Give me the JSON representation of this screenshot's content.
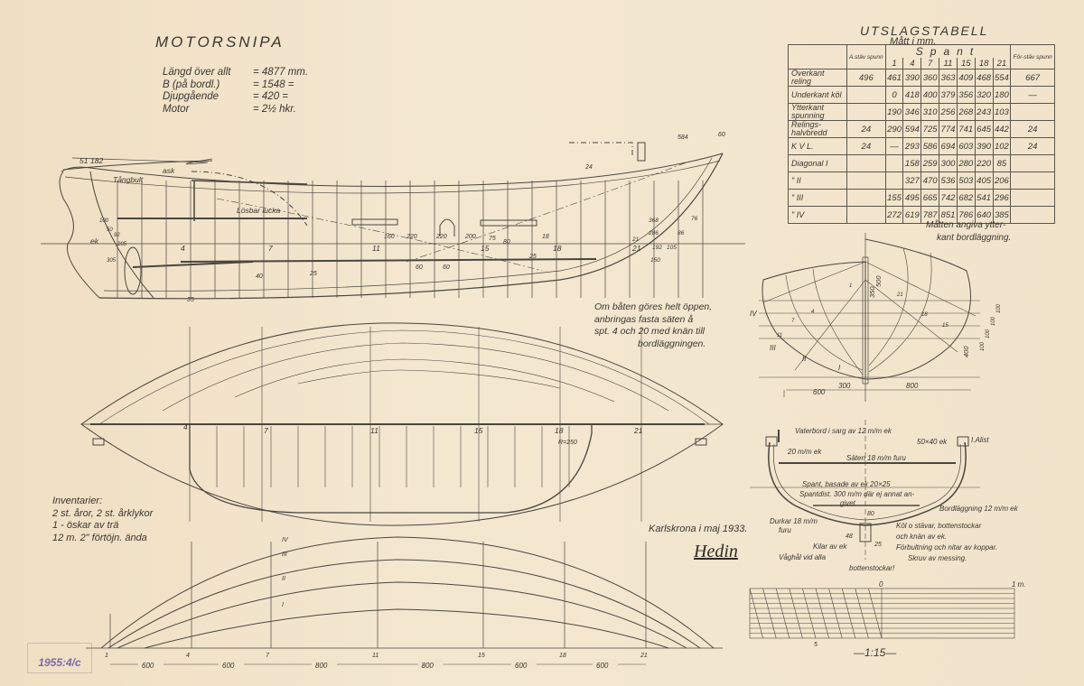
{
  "drawing": {
    "title": "MOTORSNIPA",
    "specs": [
      {
        "label": "Längd över allt",
        "value": "= 4877 mm."
      },
      {
        "label": "B (på bordl.)",
        "value": "= 1548 ="
      },
      {
        "label": "Djupgående",
        "value": "= 420 ="
      },
      {
        "label": "Motor",
        "value": "= 2½ hkr."
      }
    ],
    "line_color": "#4a463f",
    "paper_color": "#f2e4cb"
  },
  "table": {
    "title": "UTSLAGSTABELL",
    "subtitle": "Mått i mm.",
    "a_stav": "A.stäv spunn",
    "spant": "Spant",
    "stations": [
      "1",
      "4",
      "7",
      "11",
      "15",
      "18",
      "21"
    ],
    "forstav": "För-stäv spunn",
    "rows": [
      {
        "label": "Överkant reling",
        "values": [
          "496",
          "461",
          "390",
          "360",
          "363",
          "409",
          "468",
          "554",
          "667"
        ]
      },
      {
        "label": "Underkant köl",
        "values": [
          "",
          "0",
          "418",
          "400",
          "379",
          "356",
          "320",
          "180",
          "—"
        ]
      },
      {
        "label": "Ytterkant spunning",
        "values": [
          "",
          "190",
          "346",
          "310",
          "256",
          "268",
          "243",
          "103",
          ""
        ]
      },
      {
        "label": "Relings-halvbredd",
        "values": [
          "24",
          "290",
          "594",
          "725",
          "774",
          "741",
          "645",
          "442",
          "24"
        ]
      },
      {
        "label": "K V L.",
        "values": [
          "24",
          "—",
          "293",
          "586",
          "694",
          "603",
          "390",
          "102",
          "24"
        ]
      },
      {
        "label": "Diagonal I",
        "values": [
          "",
          "",
          "158",
          "259",
          "300",
          "280",
          "220",
          "85",
          ""
        ]
      },
      {
        "label": "\" II",
        "values": [
          "",
          "",
          "327",
          "470",
          "536",
          "503",
          "405",
          "206",
          ""
        ]
      },
      {
        "label": "\" III",
        "values": [
          "",
          "155",
          "495",
          "665",
          "742",
          "682",
          "541",
          "296",
          ""
        ]
      },
      {
        "label": "\" IV",
        "values": [
          "",
          "272",
          "619",
          "787",
          "851",
          "786",
          "640",
          "385",
          ""
        ]
      }
    ],
    "note": [
      "Måtten angiva ytter-",
      "kant bordläggning."
    ]
  },
  "profile": {
    "labels": {
      "d51": "51",
      "d182": "182",
      "ask": "ask",
      "tangbult": "Tångbult",
      "lucka": "Lösbar lucka",
      "ek": "ek",
      "d100": "100",
      "d50": "50",
      "d92": "92",
      "d205": "205",
      "d305": "305",
      "d40": "40",
      "d35": "35",
      "d25": "25",
      "d160": "160",
      "d220a": "220",
      "d220b": "220",
      "d200": "200",
      "d60a": "60",
      "d60b": "60",
      "d75": "75",
      "d80": "80",
      "d25b": "25",
      "d18": "18",
      "d584": "584",
      "d60c": "60",
      "d368": "368",
      "d286": "286",
      "d86": "86",
      "d21": "21",
      "d192": "192",
      "d105": "105",
      "d150": "150",
      "d76": "76",
      "d24": "24"
    },
    "stations": [
      "4",
      "7",
      "11",
      "15",
      "18",
      "21"
    ]
  },
  "open_boat_note": [
    "Om båten göres helt öppen,",
    "anbringas fasta säten å",
    "spt. 4 och 20 med knän till",
    "bordläggningen."
  ],
  "half_breadth": {
    "stations": [
      "4",
      "7",
      "11",
      "15",
      "18",
      "21"
    ],
    "radius": "R=250"
  },
  "waterlines": {
    "diagonals": [
      "IV",
      "III",
      "II",
      "I"
    ],
    "stations": [
      "1",
      "4",
      "7",
      "11",
      "15",
      "18",
      "21"
    ],
    "spacings": [
      "600",
      "600",
      "800",
      "800",
      "600",
      "600"
    ]
  },
  "body_plan": {
    "dims": {
      "d500": "500",
      "d350": "350",
      "d400": "400",
      "d600": "600",
      "d300": "300",
      "d800": "800",
      "w1": "100",
      "w2": "100",
      "w3": "100",
      "w4": "100"
    },
    "diagonals": [
      "I",
      "II",
      "III",
      "IV"
    ],
    "stations": [
      "1",
      "4",
      "7",
      "11",
      "15",
      "18",
      "21"
    ]
  },
  "midship": {
    "notes": {
      "vaterbord": "Vaterbord i sarg av 12 m/m ek",
      "ek5040": "50×40 ek",
      "list": "I.Alist",
      "ek20": "20 m/m ek",
      "saten": "Säten 18 m/m furu",
      "spant": "Spant, basade av ek 20×25",
      "spantdist": "Spantdist. 300 m/m där ej annat an-",
      "spantdist2": "givet",
      "bordlaggning": "Bordläggning 12 m/m ek",
      "durkar": "Durkar 18 m/m",
      "durkar2": "furu",
      "d80": "80",
      "d48": "48",
      "d25": "25",
      "kilar": "Kilar av ek",
      "vaghal": "Våghål vid alla",
      "vaghal2": "bottenstockar!",
      "kol": "Köl o stävar, bottenstockar",
      "kol2": "och knän av ek.",
      "forbultning": "Förbultning och nitar av koppar.",
      "skruv": "Skruv av messing."
    }
  },
  "inventory": {
    "heading": "Inventarier:",
    "items": [
      "2 st. åror, 2 st. årklykor",
      "1 - öskar av trä",
      "12 m. 2\" förtöjn. ända"
    ]
  },
  "signature": {
    "place_date": "Karlskrona i maj 1933.",
    "name": "Hedin"
  },
  "scale": {
    "zero": "0",
    "one": "1 m.",
    "five": "5",
    "ratio": "—1:15—"
  },
  "stamp": "1955:4/c"
}
